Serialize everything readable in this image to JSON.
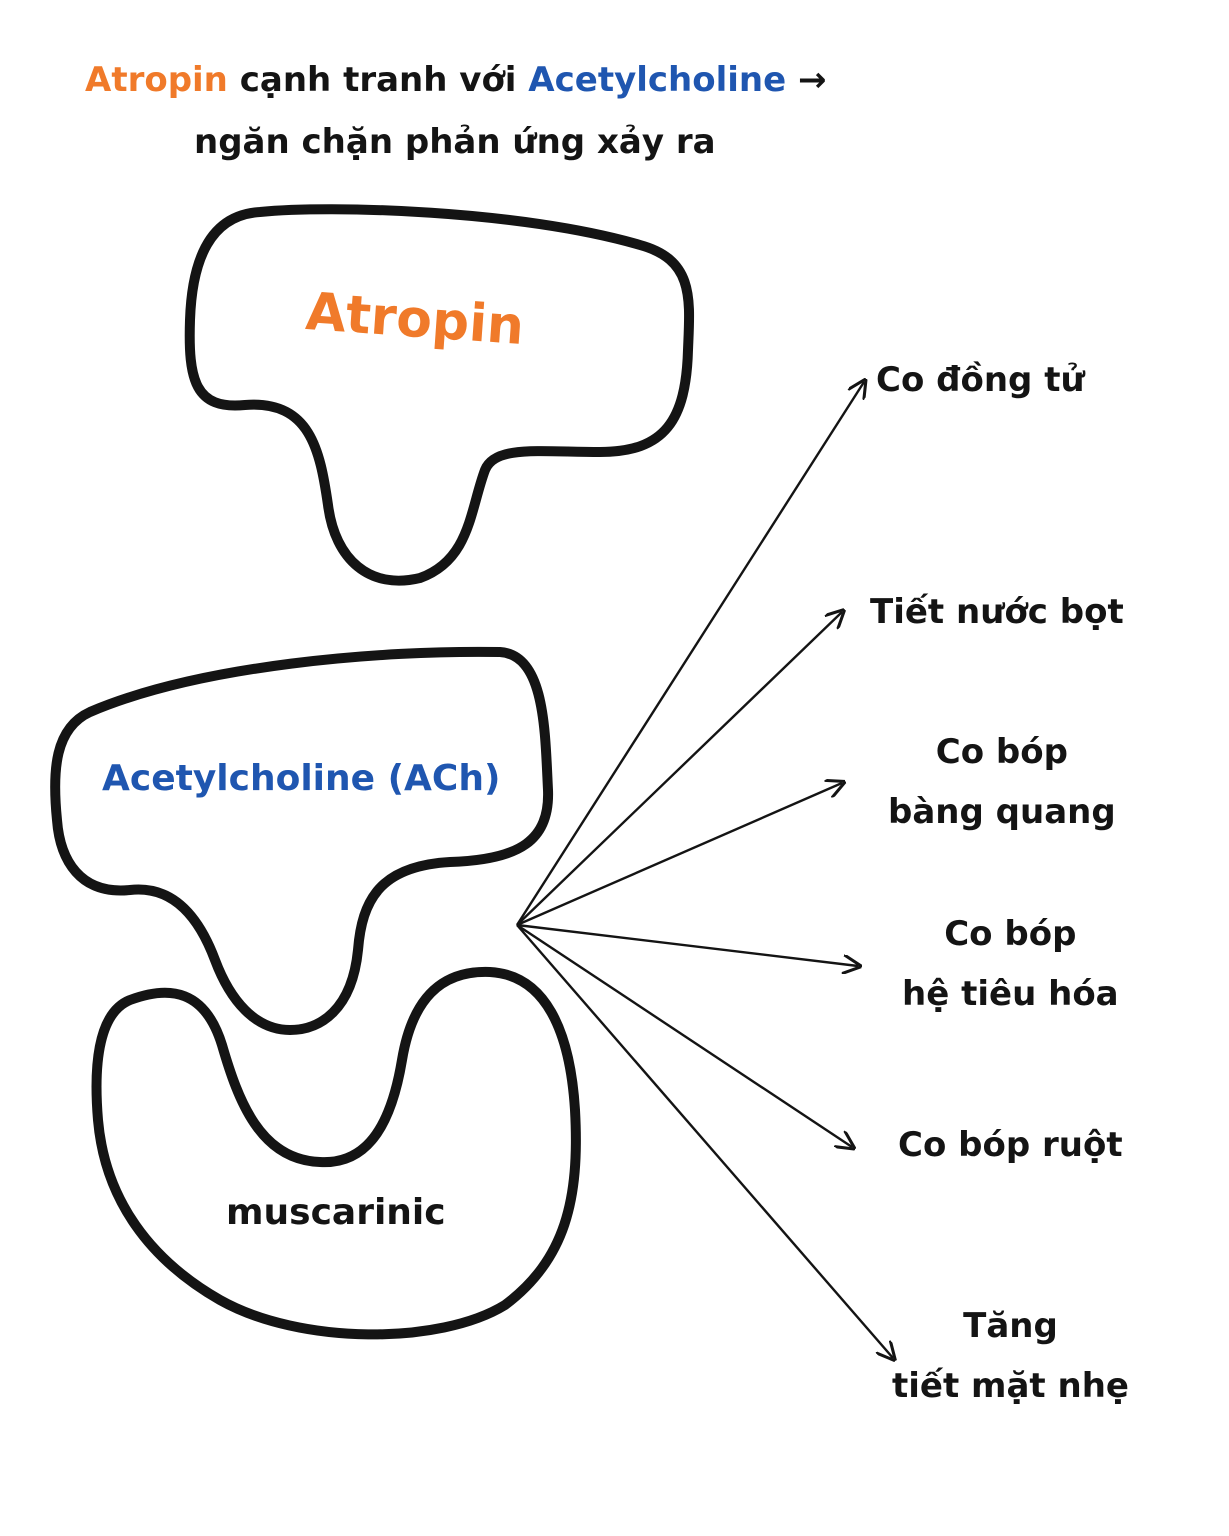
{
  "title": {
    "line1": {
      "drug": "Atropin",
      "mid": " cạnh tranh với ",
      "agonist": "Acetylcholine",
      "arrow": " →"
    },
    "line2": "ngăn chặn phản ứng xảy ra"
  },
  "shapes": {
    "atropin": "Atropin",
    "acetylcholine": "Acetylcholine (ACh)",
    "receptor": "muscarinic"
  },
  "effects": [
    {
      "lines": [
        "Co đồng tử"
      ]
    },
    {
      "lines": [
        "Tiết nước bọt"
      ]
    },
    {
      "lines": [
        "Co bóp",
        "bàng quang"
      ]
    },
    {
      "lines": [
        "Co bóp",
        "hệ tiêu hóa"
      ]
    },
    {
      "lines": [
        "Co bóp ruột"
      ]
    },
    {
      "lines": [
        "Tăng",
        "tiết mặt nhẹ"
      ]
    }
  ],
  "colors": {
    "atropin": "#f07a2a",
    "acetylcholine": "#1f56b0",
    "ink": "#141414"
  }
}
